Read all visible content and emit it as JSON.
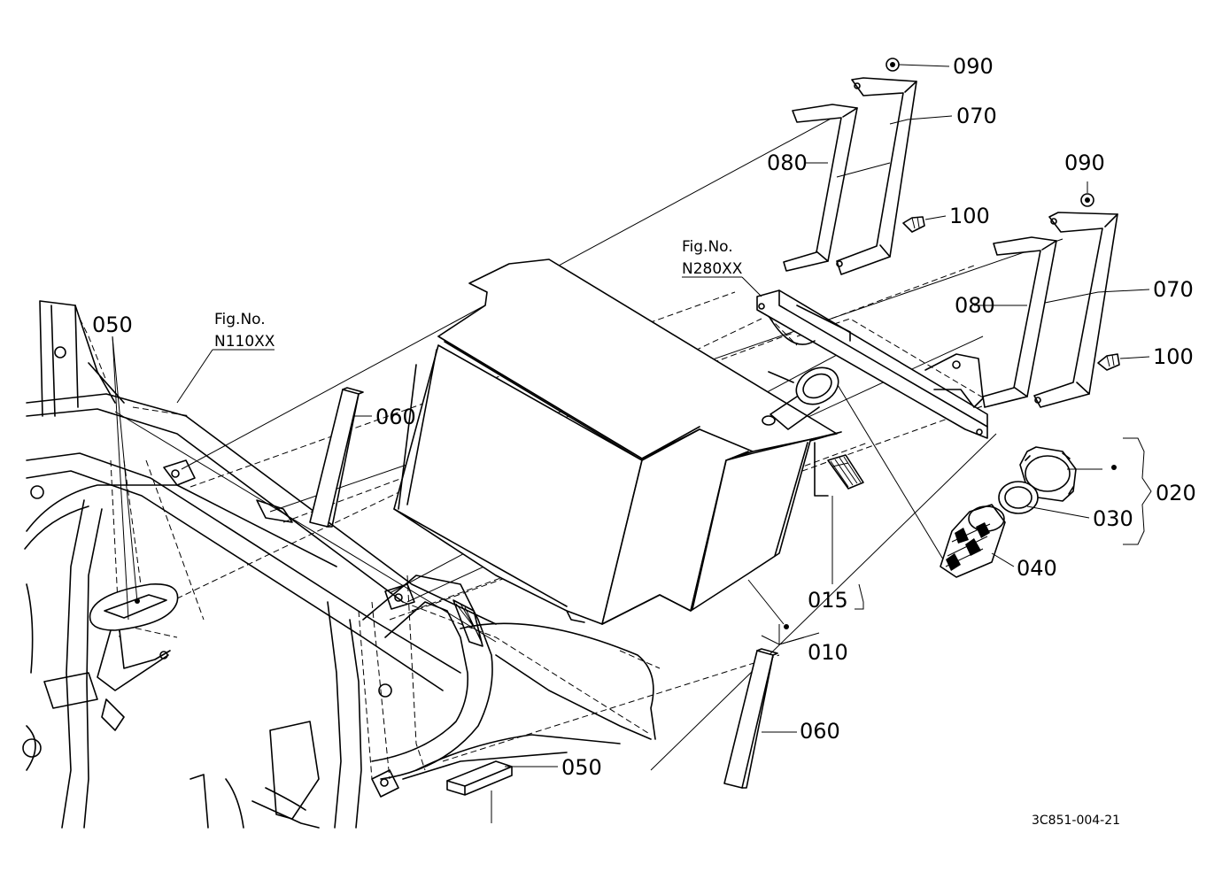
{
  "callouts": {
    "c090a": "090",
    "c070a": "070",
    "c080a": "080",
    "c100a": "100",
    "c090b": "090",
    "c080b": "080",
    "c070b": "070",
    "c100b": "100",
    "c050a": "050",
    "c060a": "060",
    "c015": "015",
    "c010": "010",
    "c020": "020",
    "c030": "030",
    "c040": "040",
    "c060b": "060",
    "c050b": "050"
  },
  "fig_refs": {
    "ref1_label": "Fig.No.",
    "ref1_code": "N110XX",
    "ref2_label": "Fig.No.",
    "ref2_code": "N280XX"
  },
  "drawing_number": "3C851-004-21"
}
